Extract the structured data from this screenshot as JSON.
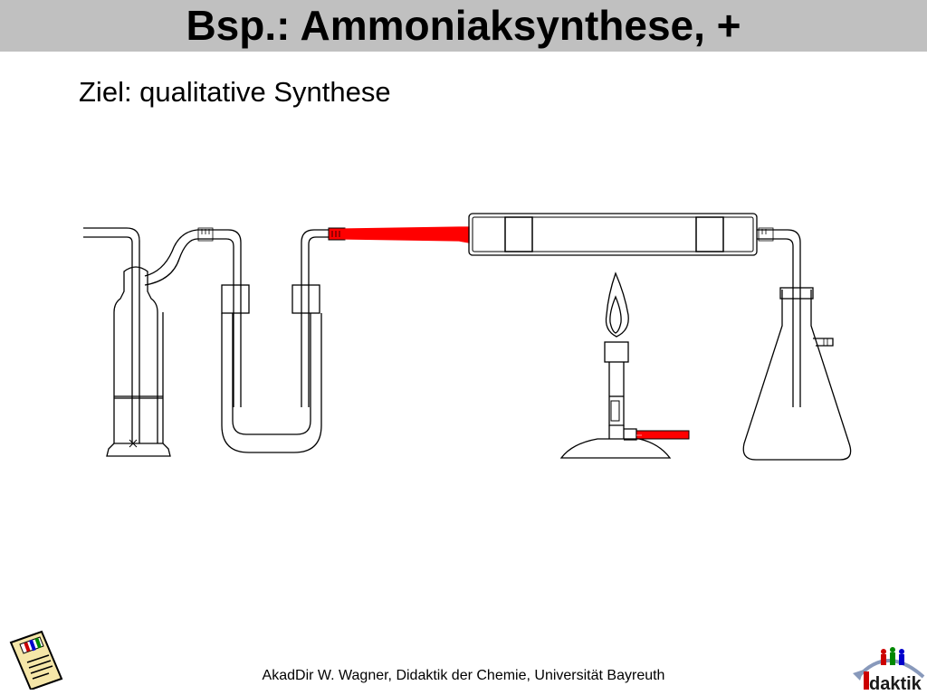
{
  "title": "Bsp.: Ammoniaksynthese, +",
  "subtitle": "Ziel: qualitative Synthese",
  "footer": "AkadDir W. Wagner, Didaktik der Chemie, Universität Bayreuth",
  "logo_text": "daktik",
  "colors": {
    "title_bar": "#c0c0c0",
    "hose": "#ff0000",
    "line": "#000000"
  },
  "icons": [
    "notes-icon",
    "didaktik-logo"
  ]
}
